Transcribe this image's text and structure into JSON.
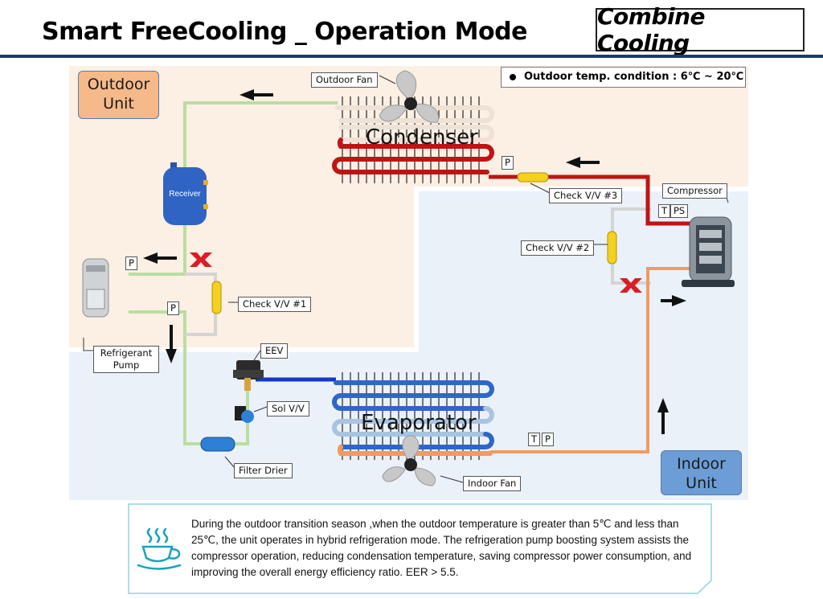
{
  "header": {
    "title": "Smart FreeCooling _ Operation Mode",
    "mode": "Combine Cooling"
  },
  "diagram": {
    "outdoor_unit": "Outdoor Unit",
    "indoor_unit": "Indoor Unit",
    "condition": "Outdoor temp. condition : 6℃ ~ 20℃",
    "condenser": "Condenser",
    "evaporator": "Evaporator",
    "receiver": "Receiver",
    "labels": {
      "outdoor_fan": "Outdoor Fan",
      "indoor_fan": "Indoor Fan",
      "compressor": "Compressor",
      "check_vv1": "Check V/V #1",
      "check_vv2": "Check V/V #2",
      "check_vv3": "Check V/V #3",
      "eev": "EEV",
      "sol_vv": "Sol V/V",
      "filter_drier": "Filter Drier",
      "refrigerant_pump": "Refrigerant Pump"
    },
    "sensors": {
      "p": "P",
      "t": "T",
      "ps": "PS"
    }
  },
  "description": "During the outdoor transition season ,when the outdoor temperature is greater than 5℃ and less than 25℃, the unit operates in hybrid refrigeration mode. The refrigeration pump boosting system assists the compressor operation, reducing condensation temperature, saving compressor  power consumption, and improving the overall energy efficiency ratio. EER >  5.5.",
  "colors": {
    "outdoor_bg": "#fcefe4",
    "indoor_bg": "#eaf1f9",
    "hot_line": "#c01414",
    "liquid_line": "#b9dea0",
    "cold_line": "#1536c8",
    "warm_line": "#f29a62",
    "grey_line": "#d4d4d4",
    "title_rule": "#1f3a68"
  }
}
